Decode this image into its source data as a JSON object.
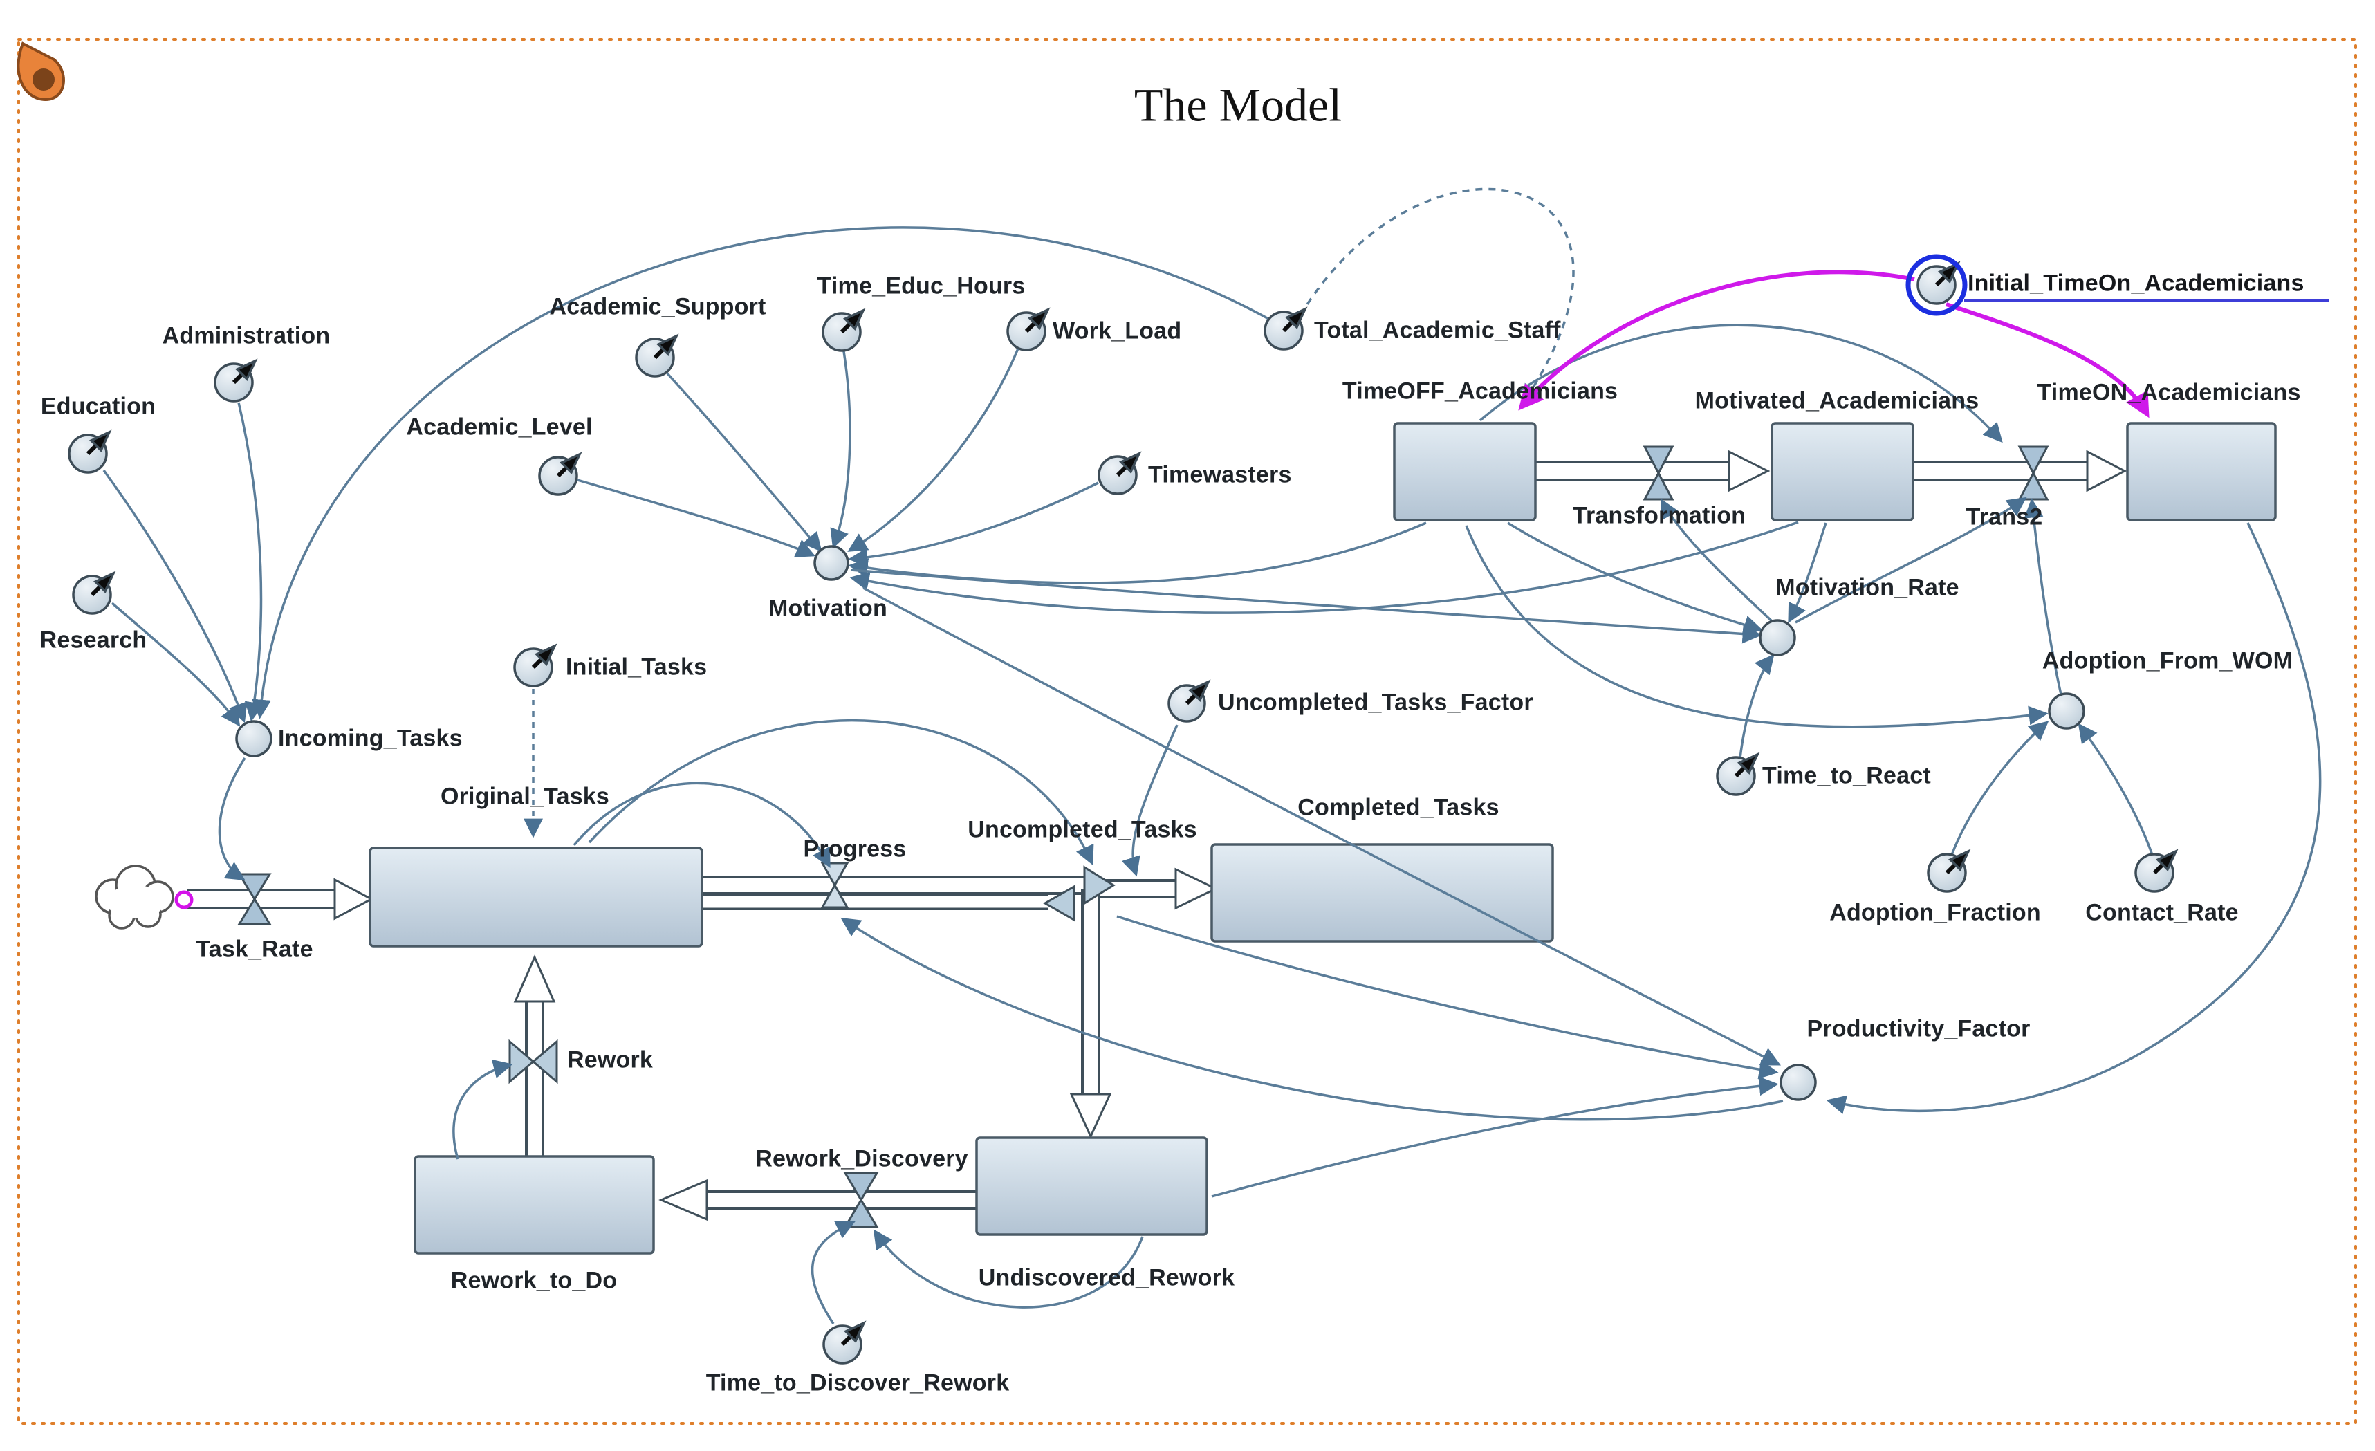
{
  "title": "The Model",
  "labels": {
    "education": "Education",
    "administration": "Administration",
    "research": "Research",
    "incoming_tasks": "Incoming_Tasks",
    "academic_support": "Academic_Support",
    "academic_level": "Academic_Level",
    "time_educ_hours": "Time_Educ_Hours",
    "work_load": "Work_Load",
    "timewasters": "Timewasters",
    "total_academic_staff": "Total_Academic_Staff",
    "motivation": "Motivation",
    "initial_tasks": "Initial_Tasks",
    "uncompleted_tasks_factor": "Uncompleted_Tasks_Factor",
    "timeoff_academicians": "TimeOFF_Academicians",
    "motivated_academicians": "Motivated_Academicians",
    "timeon_academicians": "TimeON_Academicians",
    "initial_timeon_academicians": "Initial_TimeOn_Academicians",
    "transformation": "Transformation",
    "trans2": "Trans2",
    "motivation_rate": "Motivation_Rate",
    "adoption_from_wom": "Adoption_From_WOM",
    "time_to_react": "Time_to_React",
    "adoption_fraction": "Adoption_Fraction",
    "contact_rate": "Contact_Rate",
    "productivity_factor": "Productivity_Factor",
    "original_tasks": "Original_Tasks",
    "progress": "Progress",
    "uncompleted_tasks": "Uncompleted_Tasks",
    "completed_tasks": "Completed_Tasks",
    "task_rate": "Task_Rate",
    "rework": "Rework",
    "rework_to_do": "Rework_to_Do",
    "rework_discovery": "Rework_Discovery",
    "undiscovered_rework": "Undiscovered_Rework",
    "time_to_discover_rework": "Time_to_Discover_Rework"
  },
  "elements": {
    "stocks": [
      "timeoff_academicians",
      "motivated_academicians",
      "timeon_academicians",
      "original_tasks",
      "completed_tasks",
      "rework_to_do",
      "undiscovered_rework"
    ],
    "flows": [
      "task_rate",
      "transformation",
      "trans2",
      "progress",
      "uncompleted_tasks",
      "rework",
      "rework_discovery"
    ],
    "converters_with_dial": [
      "education",
      "administration",
      "research",
      "academic_support",
      "academic_level",
      "time_educ_hours",
      "work_load",
      "timewasters",
      "total_academic_staff",
      "initial_tasks",
      "uncompleted_tasks_factor",
      "time_to_react",
      "adoption_fraction",
      "contact_rate",
      "time_to_discover_rework",
      "initial_timeon_academicians"
    ],
    "plain_converters": [
      "incoming_tasks",
      "motivation",
      "motivation_rate",
      "adoption_from_wom",
      "productivity_factor"
    ],
    "highlighted_converter": "initial_timeon_academicians"
  },
  "icons": {
    "pin_icon": "orange teardrop location marker, top-left",
    "cloud_icon": "source cloud at Task_Rate inflow",
    "dial_icon": "converter circle with black clock-hand arrow",
    "selection_ring_icon": "blue ring around Initial_TimeOn_Academicians"
  },
  "colors": {
    "connector_blue": "#5b7d99",
    "arrowhead_blue": "#4a7193",
    "magenta_link": "#cf19ea",
    "selection_ring_blue": "#1c2fe0",
    "hyperlink_underline": "#3d3dd8",
    "stock_fill_top": "#e0eaf2",
    "stock_fill_bottom": "#b4c5d4",
    "stock_border": "#4a5a66",
    "valve_fill": "#a9c2d6",
    "border_orange": "#de7e2b",
    "pin_orange": "#e8833a",
    "label_color": "#1f2429"
  }
}
